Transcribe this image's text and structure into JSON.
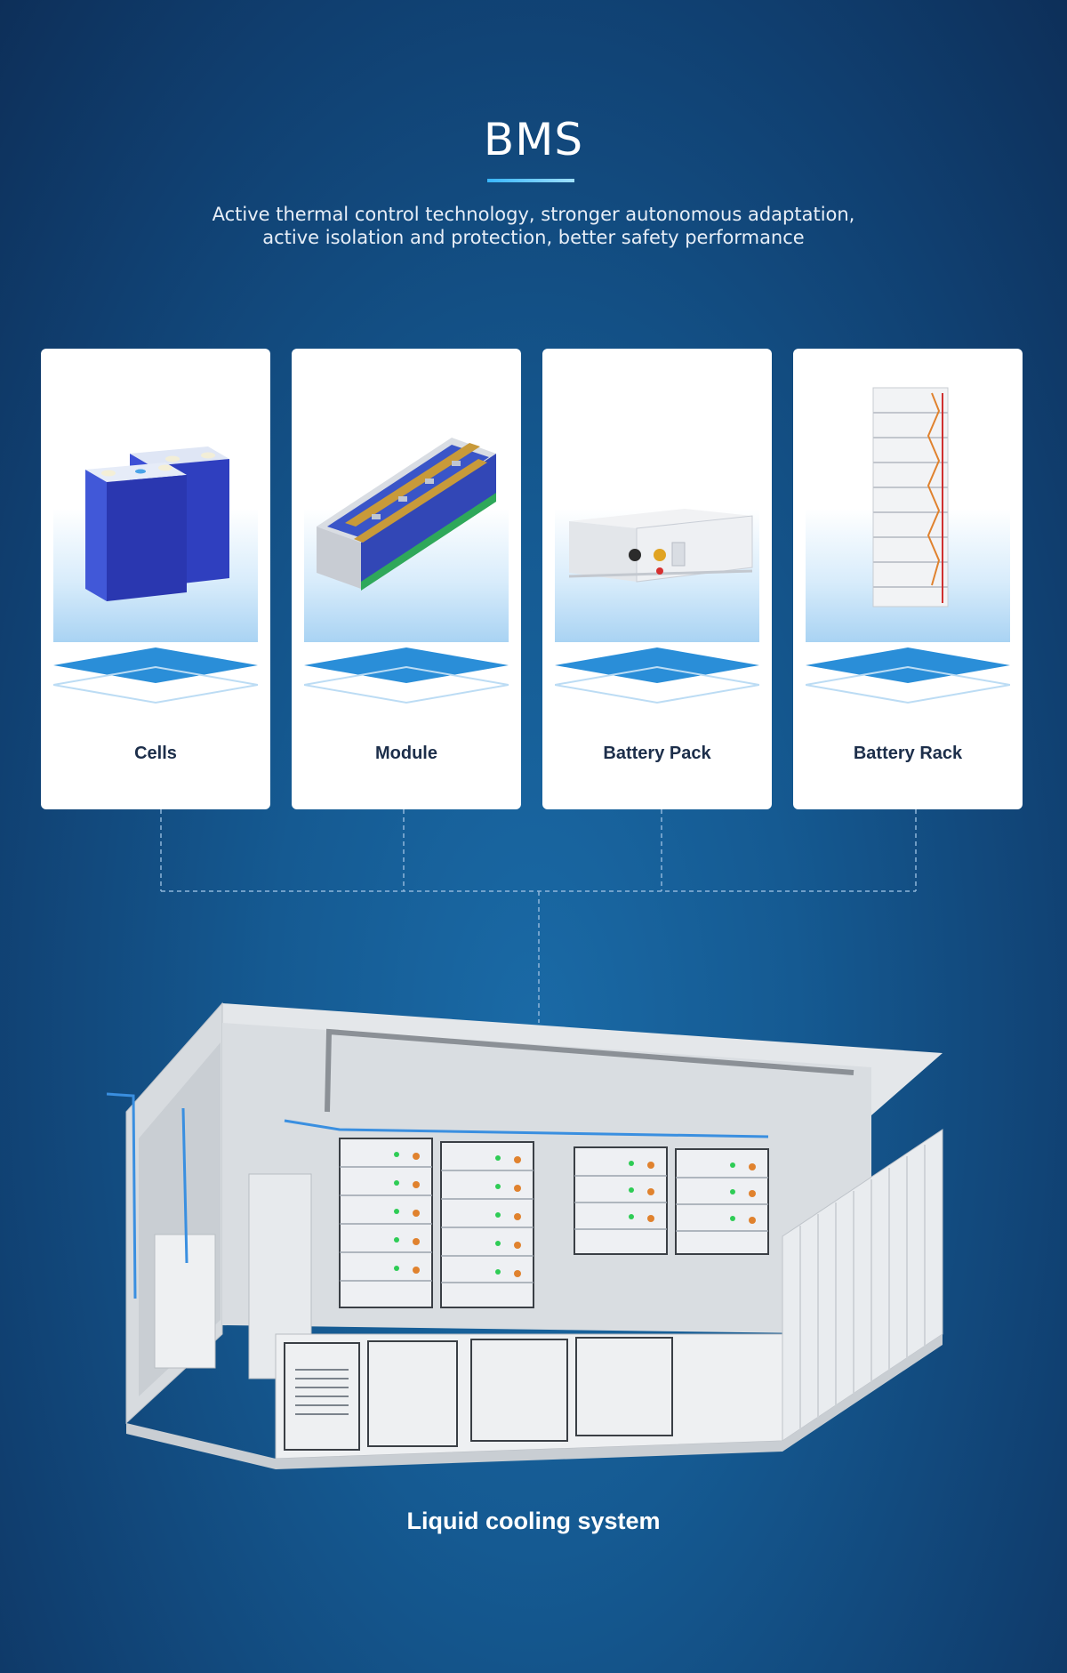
{
  "header": {
    "title": "BMS",
    "subtitle_line1": "Active thermal control technology, stronger autonomous adaptation,",
    "subtitle_line2": "active isolation and protection, better safety performance"
  },
  "cards": [
    {
      "label": "Cells",
      "icon": "battery-cells-icon"
    },
    {
      "label": "Module",
      "icon": "battery-module-icon"
    },
    {
      "label": "Battery Pack",
      "icon": "battery-pack-icon"
    },
    {
      "label": "Battery Rack",
      "icon": "battery-rack-icon"
    }
  ],
  "footer": {
    "label": "Liquid cooling system"
  },
  "colors": {
    "background": "#155a92",
    "accent": "#38b6ff",
    "card": "#ffffff",
    "label_dark": "#1c2e4a"
  }
}
